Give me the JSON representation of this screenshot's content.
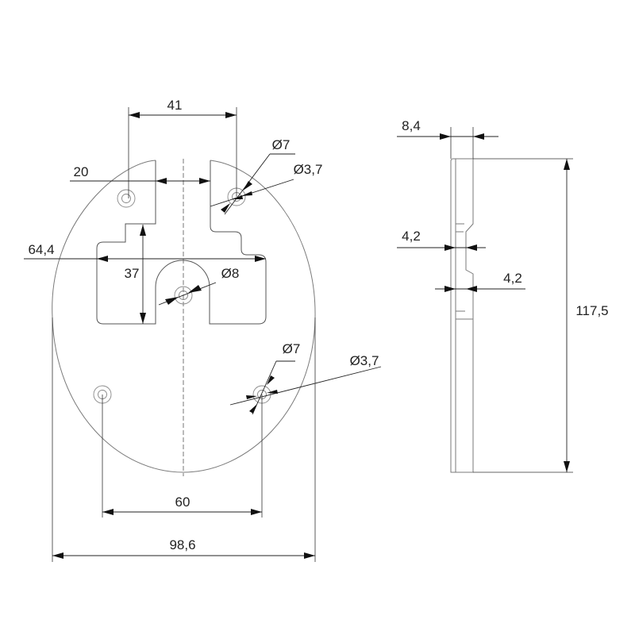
{
  "front_view": {
    "top_opening_width": "41",
    "slot_width": "20",
    "cutout_height": "37",
    "cutout_width": "64,4",
    "center_hole_diameter": "Ø8",
    "upper_hole_outer_diameter": "Ø7",
    "upper_hole_inner_diameter": "Ø3,7",
    "lower_hole_outer_diameter": "Ø7",
    "lower_hole_inner_diameter": "Ø3,7",
    "lower_hole_spacing": "60",
    "overall_width": "98,6"
  },
  "side_view": {
    "thickness": "8,4",
    "groove_depth": "4,2",
    "offset_depth": "4,2",
    "overall_height": "117,5"
  },
  "colors": {
    "outline": "#7a7a7a",
    "dimension": "#222222"
  }
}
